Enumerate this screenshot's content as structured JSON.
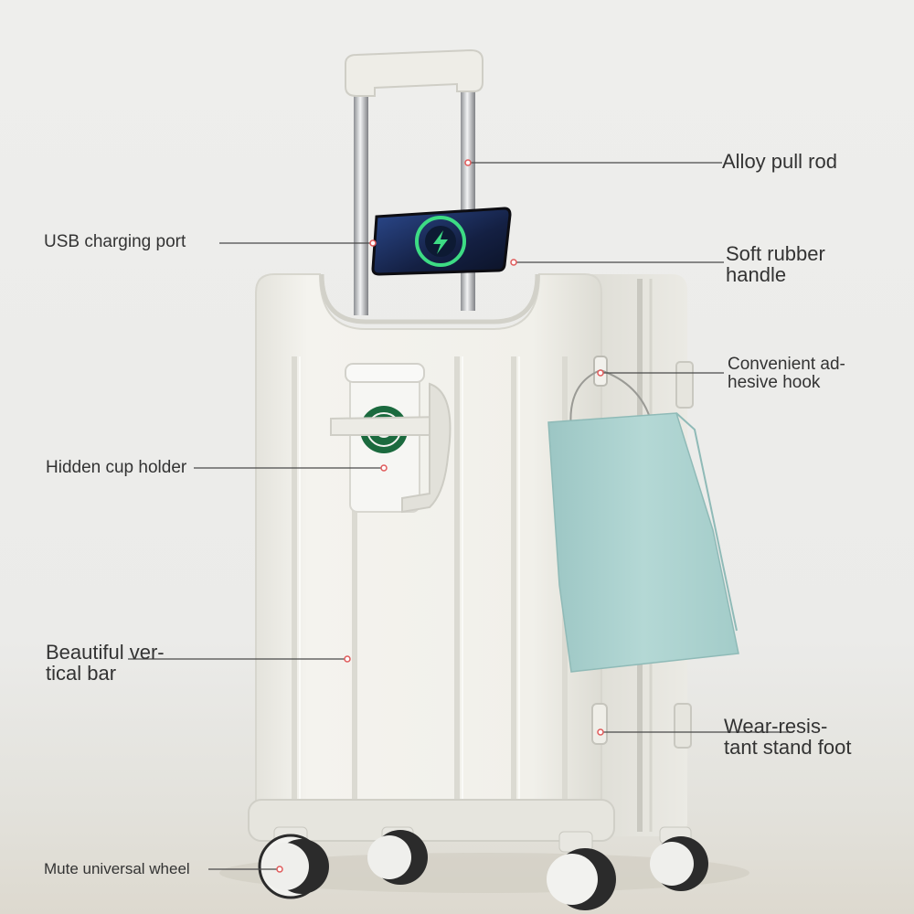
{
  "product": "suitcase",
  "colors": {
    "shell": "#f1f0ea",
    "shell_shadow": "#d9d8d0",
    "bag": "#a9cfcc",
    "phone_screen": "#1d2b52",
    "charge_icon": "#3ddc84",
    "cup_logo": "#1b6a3e",
    "callout_line": "#4a4a4a",
    "callout_dot": "#e05a5a",
    "wheel": "#2b2b2b"
  },
  "callouts": {
    "alloy_pull_rod": "Alloy pull rod",
    "usb_port": "USB charging port",
    "rubber_handle_1": "Soft rubber",
    "rubber_handle_2": "handle",
    "hook_1": "Convenient ad-",
    "hook_2": "hesive hook",
    "cup_holder": "Hidden cup holder",
    "vertical_bar_1": "Beautiful ver-",
    "vertical_bar_2": "tical bar",
    "stand_foot_1": "Wear-resis-",
    "stand_foot_2": "tant stand foot",
    "wheel": "Mute universal wheel"
  }
}
